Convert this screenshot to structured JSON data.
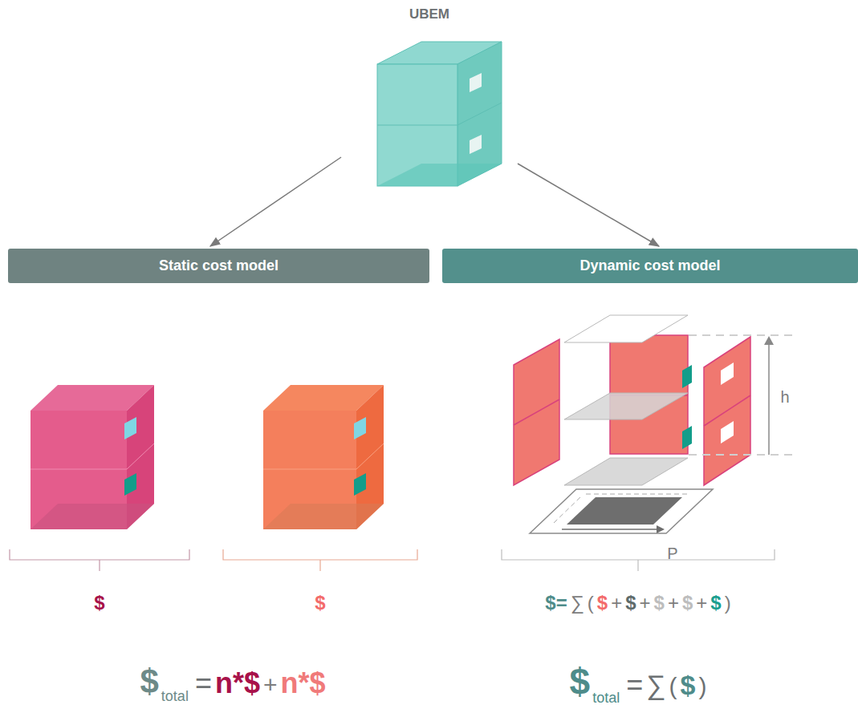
{
  "diagram": {
    "nodes": [
      {
        "text": [
          "UBEM"
        ]
      },
      {
        "text": [
          "Static cost model"
        ]
      },
      {
        "text": [
          "Dynamic cost model"
        ]
      }
    ],
    "edges": [
      {
        "from": 0,
        "to": 1,
        "arrow": "to"
      },
      {
        "from": 0,
        "to": 2,
        "arrow": "to"
      }
    ],
    "labels": [
      "h",
      "P",
      "$",
      "$",
      "$=",
      "∑",
      "(",
      "$",
      "+",
      "$",
      "+",
      "$",
      "+",
      "$",
      "+",
      "$",
      ")",
      "$",
      "total",
      "=",
      "n*$",
      "+",
      "n*$",
      "$",
      "total",
      "=",
      "∑",
      "(",
      "$",
      ")"
    ]
  }
}
